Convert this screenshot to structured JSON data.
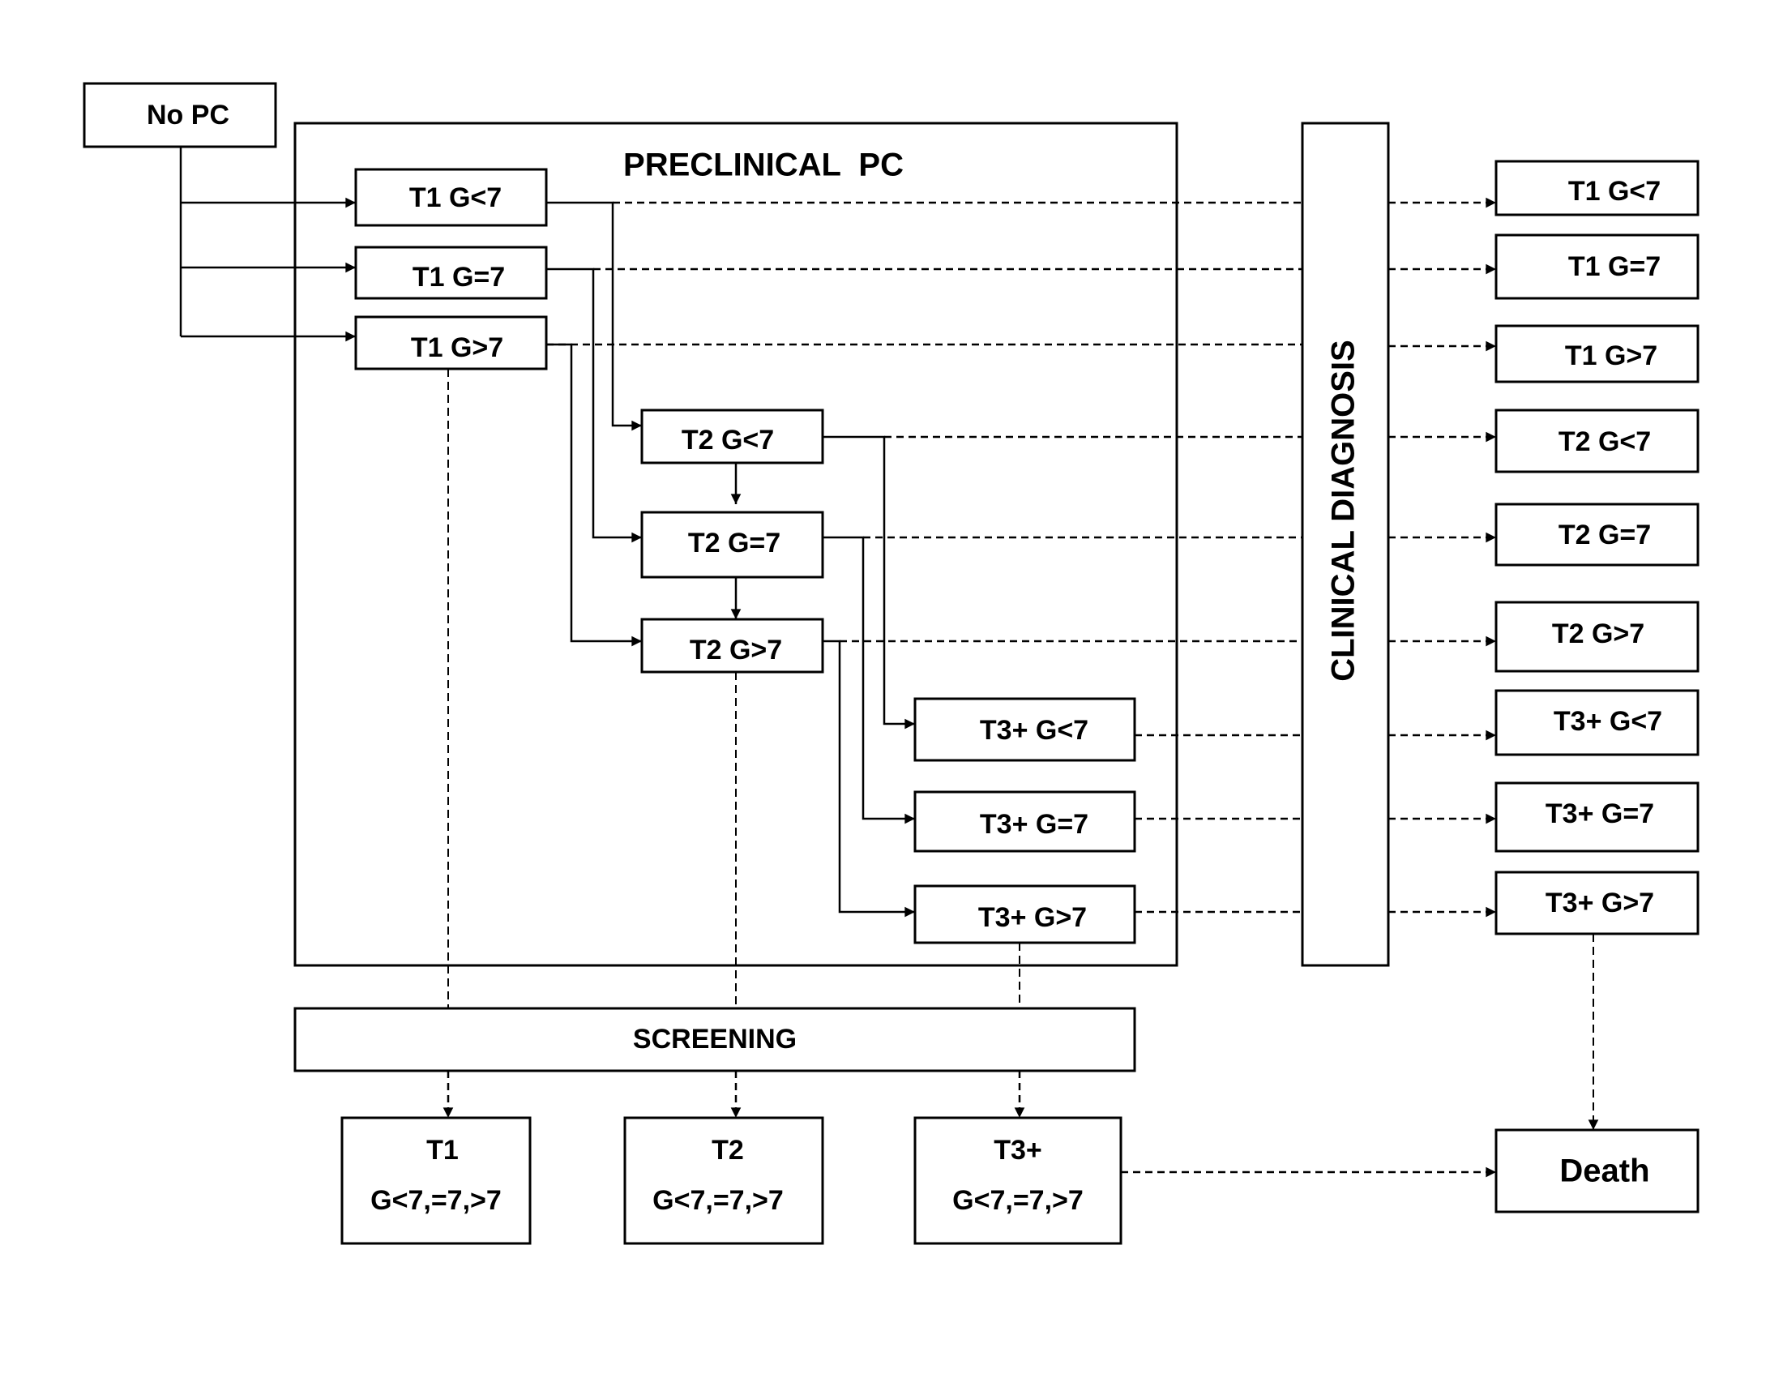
{
  "diagram": {
    "no_pc": "No PC",
    "preclinical_title": "PRECLINICAL  PC",
    "clinical_diagnosis": "CLINICAL DIAGNOSIS",
    "screening": "SCREENING",
    "death": "Death",
    "preclinical_states": {
      "t1": [
        "T1 G<7",
        "T1 G=7",
        "T1 G>7"
      ],
      "t2": [
        "T2 G<7",
        "T2 G=7",
        "T2 G>7"
      ],
      "t3": [
        "T3+ G<7",
        "T3+ G=7",
        "T3+ G>7"
      ]
    },
    "clinical_states": [
      "T1 G<7",
      "T1 G=7",
      "T1 G>7",
      "T2 G<7",
      "T2 G=7",
      "T2 G>7",
      "T3+ G<7",
      "T3+ G=7",
      "T3+ G>7"
    ],
    "screen_detected": [
      {
        "stage": "T1",
        "grades": "G<7,=7,>7"
      },
      {
        "stage": "T2",
        "grades": "G<7,=7,>7"
      },
      {
        "stage": "T3+",
        "grades": "G<7,=7,>7"
      }
    ]
  }
}
